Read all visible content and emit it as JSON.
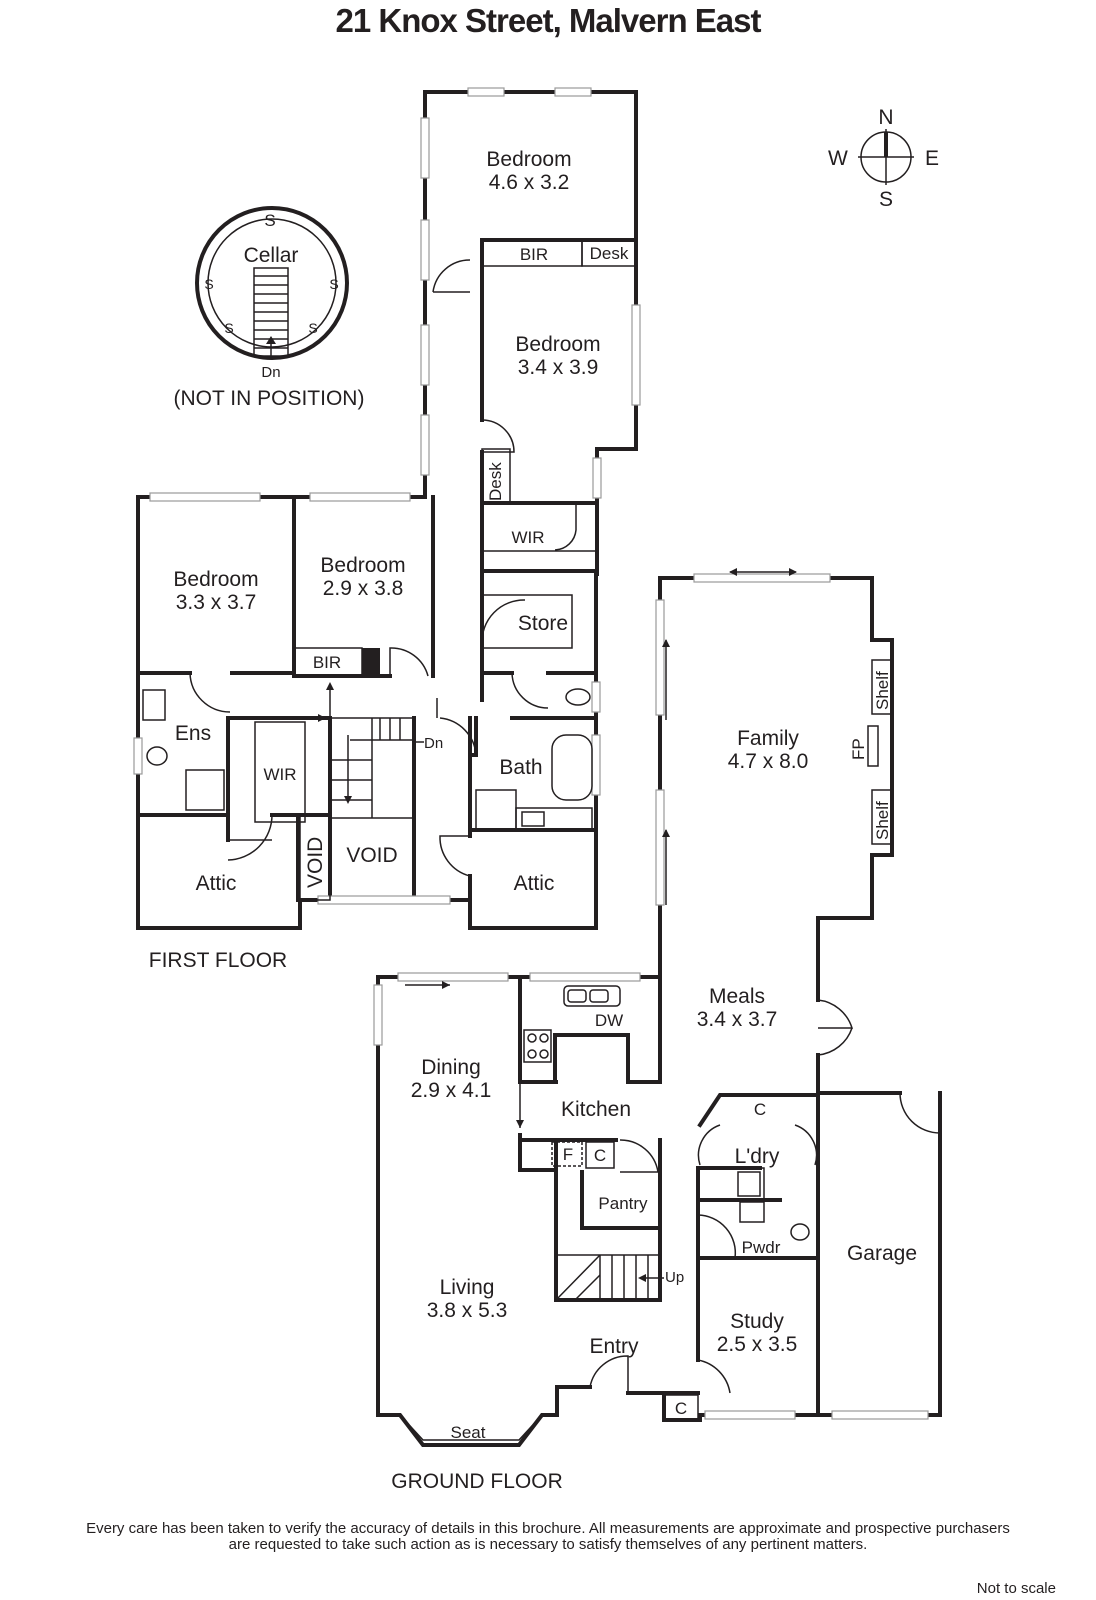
{
  "title": "21 Knox Street, Malvern East",
  "compass": {
    "n": "N",
    "s": "S",
    "e": "E",
    "w": "W"
  },
  "cellar": {
    "name": "Cellar",
    "shelf": "S",
    "stair": "Dn",
    "note": "(NOT IN POSITION)"
  },
  "floors": {
    "first": "FIRST FLOOR",
    "ground": "GROUND FLOOR"
  },
  "first_floor": {
    "bed_rear": {
      "name": "Bedroom",
      "size": "4.6 x 3.2"
    },
    "bir_rear": "BIR",
    "desk_rear": "Desk",
    "bed_mid": {
      "name": "Bedroom",
      "size": "3.4 x 3.9"
    },
    "desk_mid": "Desk",
    "wir_mid": "WIR",
    "store": "Store",
    "bed_left": {
      "name": "Bedroom",
      "size": "3.3 x 3.7"
    },
    "bed_centre": {
      "name": "Bedroom",
      "size": "2.9 x 3.8"
    },
    "bir_centre": "BIR",
    "ens": "Ens",
    "wir_left": "WIR",
    "stair": "Dn",
    "bath": "Bath",
    "void_v": "VOID",
    "void": "VOID",
    "attic_left": "Attic",
    "attic_right": "Attic"
  },
  "ground_floor": {
    "family": {
      "name": "Family",
      "size": "4.7 x 8.0"
    },
    "shelf_top": "Shelf",
    "shelf_bottom": "Shelf",
    "fireplace": "FP",
    "meals": {
      "name": "Meals",
      "size": "3.4 x 3.7"
    },
    "dw": "DW",
    "dining": {
      "name": "Dining",
      "size": "2.9 x 4.1"
    },
    "kitchen": "Kitchen",
    "fridge": "F",
    "cupboard_kitchen": "C",
    "pantry": "Pantry",
    "cupboard_laundry": "C",
    "laundry": "L'dry",
    "powder": "Pwdr",
    "garage": "Garage",
    "stair": "Up",
    "living": {
      "name": "Living",
      "size": "3.8 x 5.3"
    },
    "entry": "Entry",
    "study": {
      "name": "Study",
      "size": "2.5 x 3.5"
    },
    "cupboard_entry": "C",
    "seat": "Seat"
  },
  "disclaimer": [
    "Every care has been taken to verify the accuracy of details in this brochure.  All measurements are approximate and prospective purchasers",
    "are requested to take such action as is necessary to satisfy themselves of any pertinent matters."
  ],
  "not_to_scale": "Not to scale"
}
